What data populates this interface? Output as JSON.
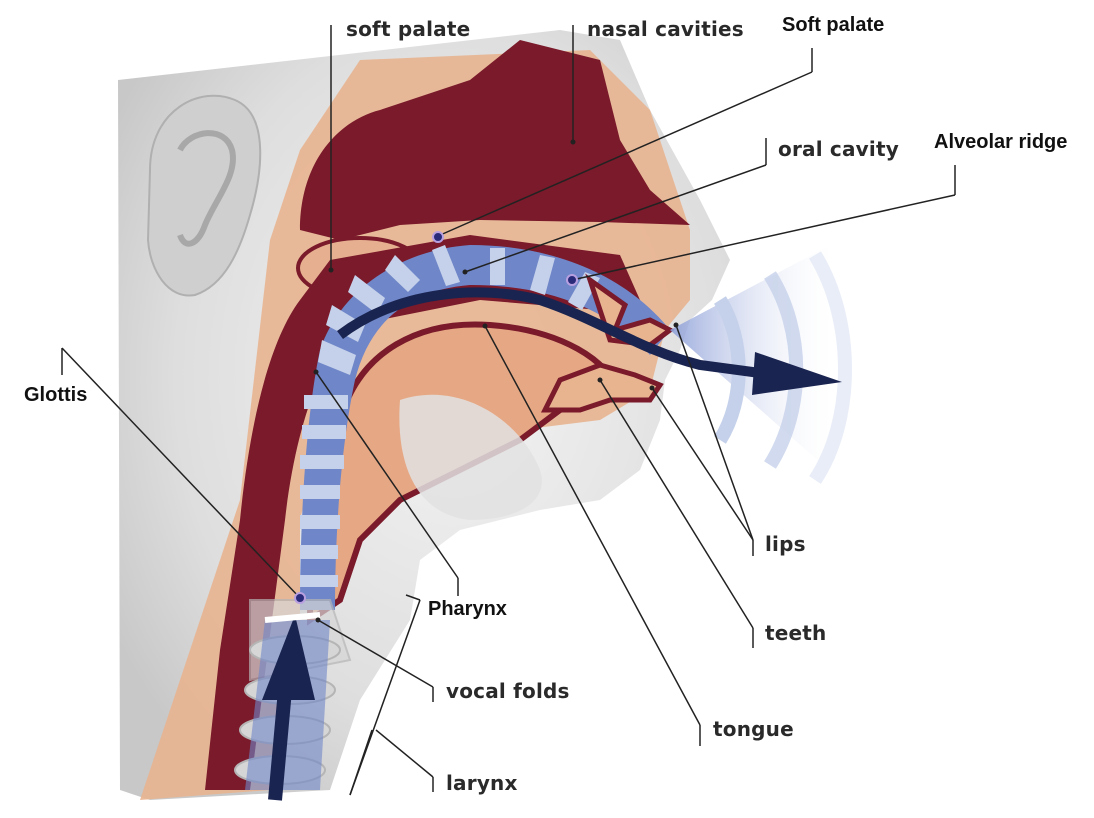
{
  "diagram": {
    "labels": {
      "soft_palate_top": "soft palate",
      "nasal_cavities": "nasal cavities",
      "soft_palate_added": "Soft palate",
      "oral_cavity": "oral cavity",
      "alveolar_ridge": "Alveolar ridge",
      "glottis": "Glottis",
      "pharynx": "Pharynx",
      "lips": "lips",
      "teeth": "teeth",
      "vocal_folds": "vocal folds",
      "tongue": "tongue",
      "larynx": "larynx"
    },
    "colors": {
      "tissue_dark": "#7a1a2a",
      "tissue_light": "#e8b490",
      "airway_blue": "#6f86c8",
      "airway_pale": "#c5d1ea",
      "arrow_navy": "#1a2450",
      "marker_fill": "#2a2a7a",
      "marker_ring": "#b8a0e0",
      "head_gray": "#d8d8d8"
    }
  }
}
